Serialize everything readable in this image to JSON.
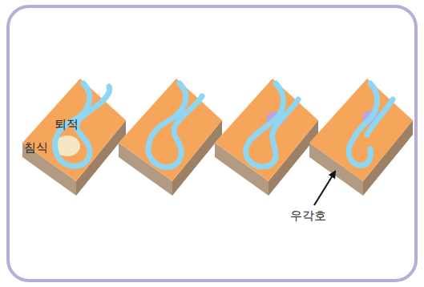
{
  "diagram": {
    "labels": [
      "침식",
      "퇴적",
      "우각호"
    ]
  }
}
